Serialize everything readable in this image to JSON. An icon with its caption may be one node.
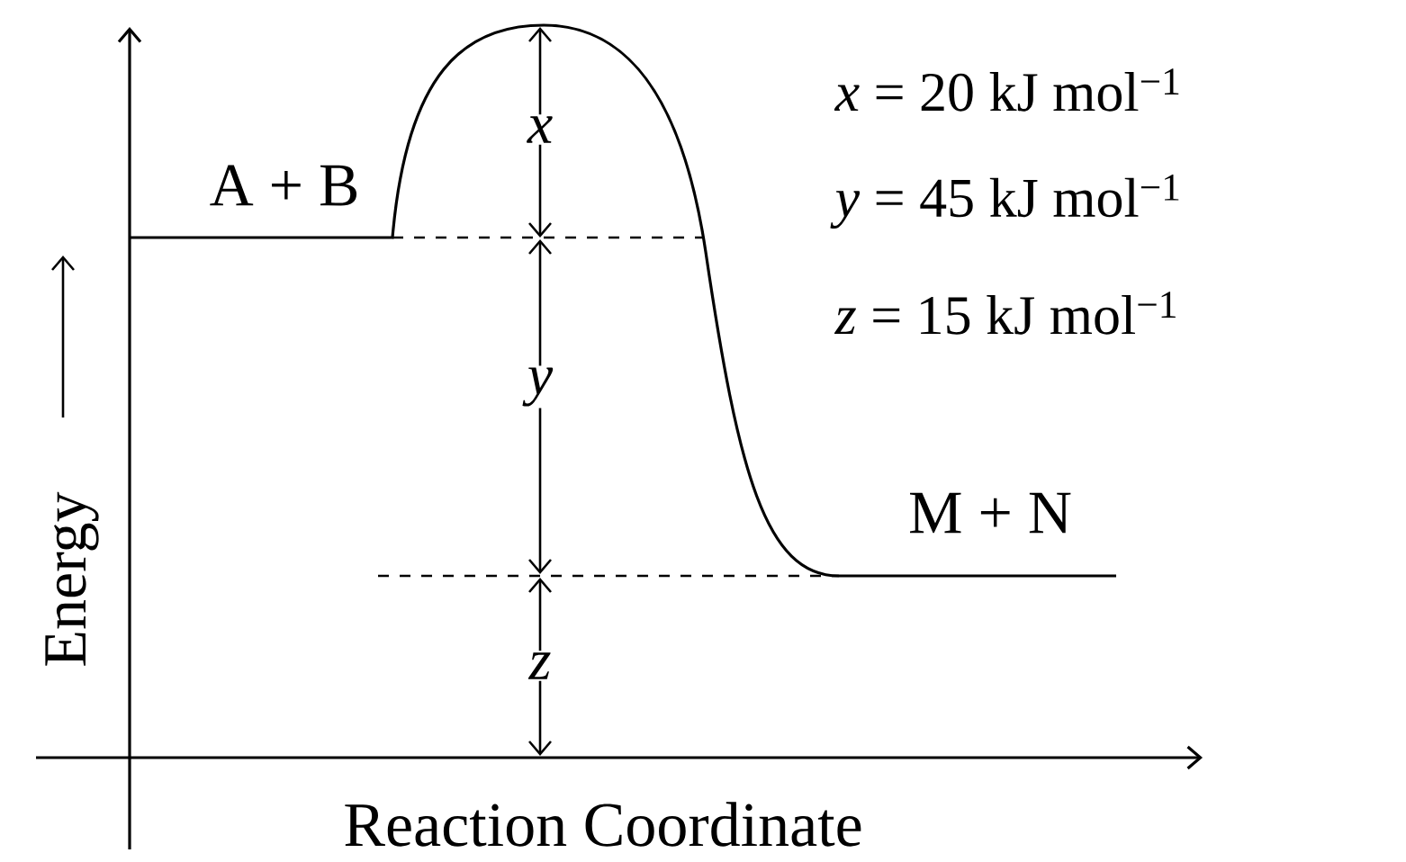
{
  "diagram": {
    "labels": [
      "A + B",
      "*x*",
      "*x* = 20 kJ mol$^{−1}$",
      "*y* = 45 kJ mol$^{−1}$",
      "*y*",
      "*z* = 15 kJ mol$^{−1}$",
      "Energy",
      "M + N",
      "*z*",
      "Reaction Coordinate"
    ]
  }
}
